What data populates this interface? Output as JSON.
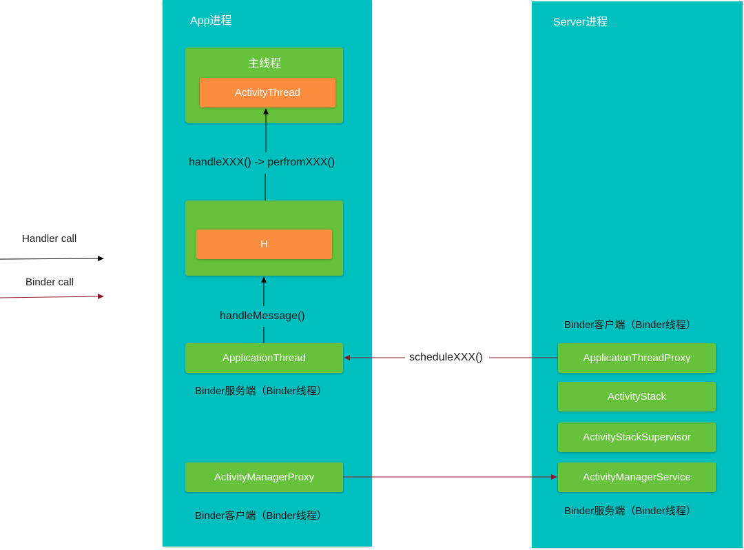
{
  "legend": {
    "handler_call": "Handler call",
    "binder_call": "Binder call"
  },
  "app_process": {
    "title": "App进程",
    "main_thread_title": "主线程",
    "activity_thread": "ActivityThread",
    "handle_perform": "handleXXX() -> perfromXXX()",
    "h_label": "H",
    "handle_message": "handleMessage()",
    "application_thread": "ApplicationThread",
    "binder_server_label": "Binder服务端（Binder线程）",
    "activity_manager_proxy": "ActivityManagerProxy",
    "binder_client_label": "Binder客户端（Binder线程）"
  },
  "server_process": {
    "title": "Server进程",
    "binder_client_label": "Binder客户端（Binder线程）",
    "application_thread_proxy": "ApplicatonThreadProxy",
    "activity_stack": "ActivityStack",
    "activity_stack_supervisor": "ActivityStackSupervisor",
    "activity_manager_service": "ActivityManagerService",
    "binder_server_label": "Binder服务端（Binder线程）"
  },
  "connections": {
    "schedule": "scheduleXXX()"
  },
  "colors": {
    "panel": "#00bfbf",
    "green": "#66c23a",
    "orange": "#fc8c3e",
    "handler_arrow": "#000000",
    "binder_arrow": "#8b1a2e"
  }
}
